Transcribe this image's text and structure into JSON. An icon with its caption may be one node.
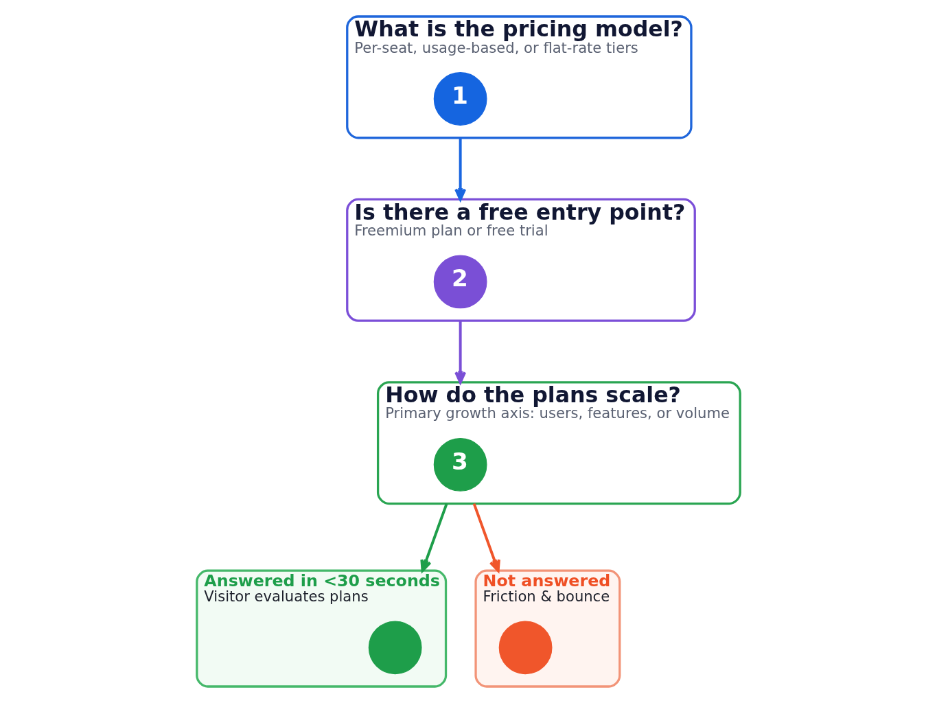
{
  "diagram": {
    "nodes": [
      {
        "text": [
          "What is the pricing model?",
          "Per-seat, usage-based, or flat-rate tiers"
        ]
      },
      {
        "text": [
          "1"
        ],
        "in": 0
      },
      {
        "text": [
          "Is there a free entry point?",
          "Freemium plan or free trial"
        ]
      },
      {
        "text": [
          "2"
        ],
        "in": 2
      },
      {
        "text": [
          "How do the plans scale?",
          "Primary growth axis: users, features, or volume"
        ]
      },
      {
        "text": [
          "3"
        ],
        "in": 4
      },
      {
        "text": [
          "Answered in <30 seconds",
          "Visitor evaluates plans"
        ]
      },
      {
        "text": [],
        "shape": "circle",
        "in": 6
      },
      {
        "text": [
          "Not answered",
          "Friction & bounce"
        ]
      },
      {
        "text": [],
        "shape": "circle",
        "in": 8
      }
    ],
    "edges": [
      {
        "from": 0,
        "to": 2,
        "arrow": "to",
        "color": "#1a66e0"
      },
      {
        "from": 2,
        "to": 4,
        "arrow": "to",
        "color": "#7a4fd6"
      },
      {
        "from": 4,
        "to": 6,
        "arrow": "to",
        "color": "#1e9e4a"
      },
      {
        "from": 4,
        "to": 8,
        "arrow": "to",
        "color": "#f0562b"
      }
    ]
  }
}
